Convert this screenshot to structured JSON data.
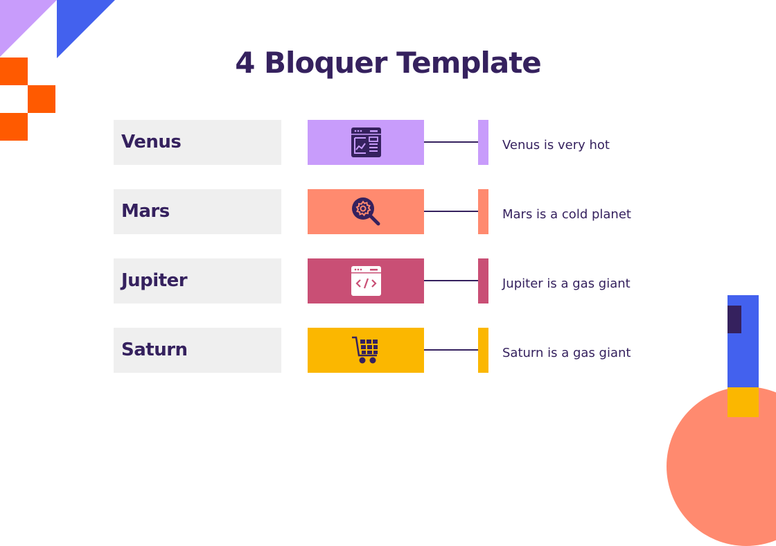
{
  "slide": {
    "title": "4 Bloquer Template",
    "rows": [
      {
        "label": "Venus",
        "description": "Venus is very hot",
        "icon": "browser-analytics-icon",
        "color": "#c89cfb"
      },
      {
        "label": "Mars",
        "description": "Mars is a cold planet",
        "icon": "search-gear-icon",
        "color": "#ff8a6f"
      },
      {
        "label": "Jupiter",
        "description": "Jupiter is a gas giant",
        "icon": "code-window-icon",
        "color": "#c94f75"
      },
      {
        "label": "Saturn",
        "description": "Saturn is a gas giant",
        "icon": "shopping-cart-icon",
        "color": "#fbb700"
      }
    ]
  },
  "colors": {
    "text_dark": "#35215e",
    "label_bg": "#efefef",
    "deco_purple": "#c89cfb",
    "deco_blue": "#4361ee",
    "deco_orange": "#ff5a00",
    "deco_salmon": "#ff8a6f",
    "deco_yellow": "#fbb700"
  }
}
